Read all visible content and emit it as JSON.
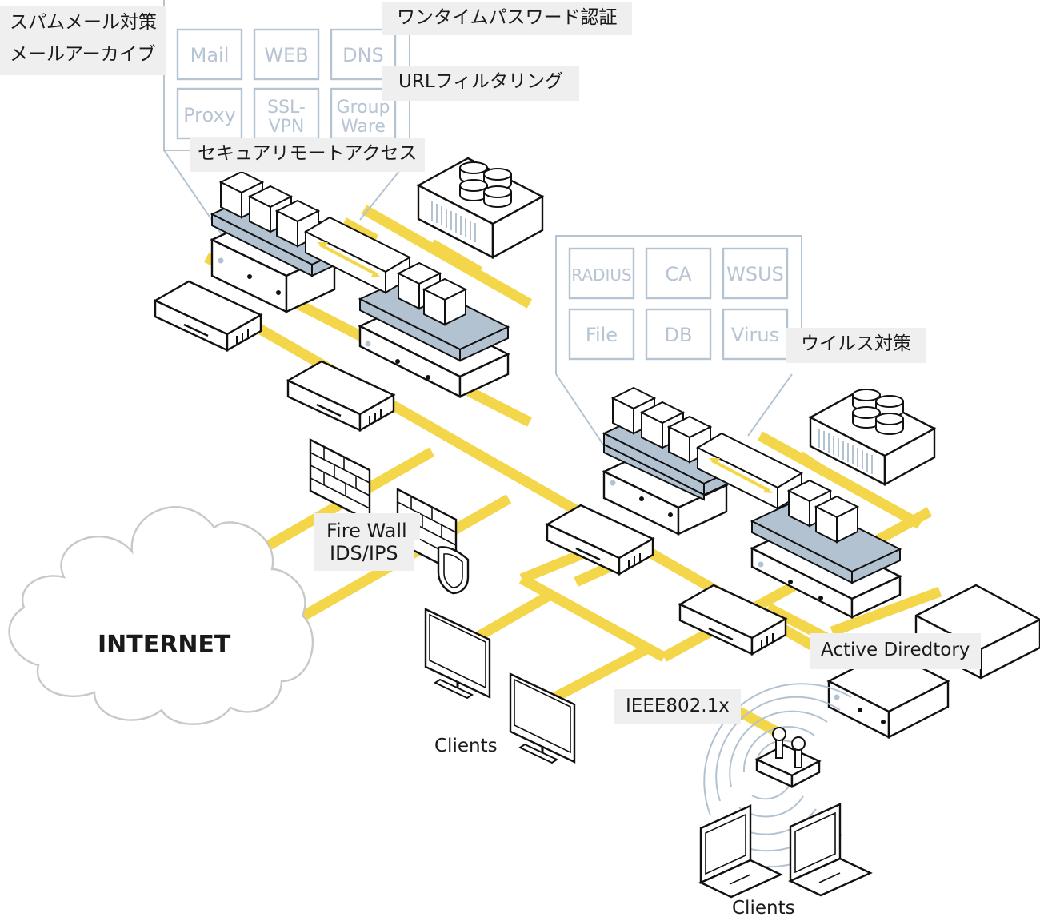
{
  "labels": {
    "spam": "スパムメール対策",
    "archive": "メールアーカイブ",
    "otp": "ワンタイムパスワード認証",
    "urlfilter": "URLフィルタリング",
    "remote": "セキュアリモートアクセス",
    "antivirus": "ウイルス対策",
    "firewall": "Fire Wall",
    "idsips": "IDS/IPS",
    "internet": "INTERNET",
    "clients_left": "Clients",
    "clients_right": "Clients",
    "activedir": "Active Diredtory",
    "ieee": "IEEE802.1x"
  },
  "services_top": [
    "Mail",
    "WEB",
    "DNS",
    "Proxy",
    "SSL-",
    "VPN",
    "Group",
    "Ware"
  ],
  "services_right": [
    "RADIUS",
    "CA",
    "WSUS",
    "File",
    "DB",
    "Virus"
  ],
  "colors": {
    "network": "#f4d64b",
    "panel": "#b5c4d2",
    "server_top": "#b3c2d1",
    "outline": "#111111",
    "tag_bg": "#efefef",
    "cloud": "#c8c8c8"
  }
}
